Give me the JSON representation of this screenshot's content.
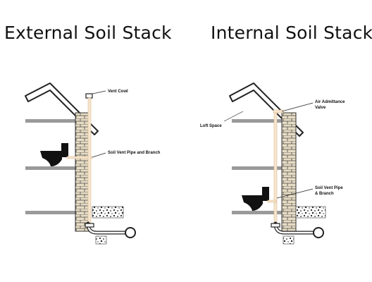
{
  "titles": {
    "external": "External Soil Stack",
    "internal": "Internal Soil Stack"
  },
  "labels": {
    "vent_cowl": "Vent Cowl",
    "soil_vent_pipe_branch_ext": "Soil Vent Pipe and Branch",
    "air_admittance_1": "Air Admittance",
    "air_admittance_2": "Valve",
    "loft_space": "Loft Space",
    "soil_vent_pipe_int_1": "Soil Vent Pipe",
    "soil_vent_pipe_int_2": "& Branch"
  },
  "colors": {
    "brick": "#e8dcc2",
    "floor": "#9a9a9a",
    "pipe": "#f6e6cf",
    "pipe_stroke": "#d9b98f",
    "toilet": "#111111"
  }
}
